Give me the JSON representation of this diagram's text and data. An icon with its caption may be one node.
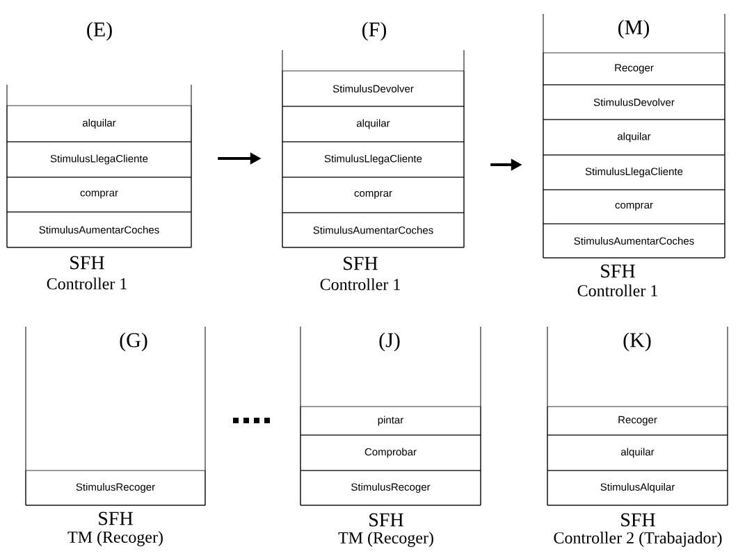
{
  "diagram": {
    "nodes": [
      {
        "text": [
          "(E)"
        ],
        "beside": [
          "SFH",
          "Controller 1"
        ]
      },
      {
        "text": [
          "alquilar"
        ],
        "in": 0
      },
      {
        "text": [
          "StimulusLlegaCliente"
        ],
        "in": 0
      },
      {
        "text": [
          "comprar"
        ],
        "in": 0
      },
      {
        "text": [
          "StimulusAumentarCoches"
        ],
        "in": 0
      },
      {
        "text": [
          "(F)"
        ],
        "beside": [
          "SFH",
          "Controller 1"
        ]
      },
      {
        "text": [
          "StimulusDevolver"
        ],
        "in": 5
      },
      {
        "text": [
          "alquilar"
        ],
        "in": 5
      },
      {
        "text": [
          "StimulusLlegaCliente"
        ],
        "in": 5
      },
      {
        "text": [
          "comprar"
        ],
        "in": 5
      },
      {
        "text": [
          "StimulusAumentarCoches"
        ],
        "in": 5
      },
      {
        "text": [
          "(M)"
        ],
        "beside": [
          "SFH",
          "Controller 1"
        ]
      },
      {
        "text": [
          "Recoger"
        ],
        "in": 11
      },
      {
        "text": [
          "StimulusDevolver"
        ],
        "in": 11
      },
      {
        "text": [
          "alquilar"
        ],
        "in": 11
      },
      {
        "text": [
          "StimulusLlegaCliente"
        ],
        "in": 11
      },
      {
        "text": [
          "comprar"
        ],
        "in": 11
      },
      {
        "text": [
          "StimulusAumentarCoches"
        ],
        "in": 11
      },
      {
        "text": [
          "(G)"
        ],
        "beside": [
          "SFH",
          "TM (Recoger)"
        ]
      },
      {
        "text": [
          "StimulusRecoger"
        ],
        "in": 18
      },
      {
        "text": [
          "(J)"
        ],
        "beside": [
          "SFH",
          "TM (Recoger)"
        ]
      },
      {
        "text": [
          "pintar"
        ],
        "in": 20
      },
      {
        "text": [
          "Comprobar"
        ],
        "in": 20
      },
      {
        "text": [
          "StimulusRecoger"
        ],
        "in": 20
      },
      {
        "text": [
          "(K)"
        ],
        "beside": [
          "SFH",
          "Controller 2 (Trabajador)"
        ]
      },
      {
        "text": [
          "Recoger"
        ],
        "in": 24
      },
      {
        "text": [
          "alquilar"
        ],
        "in": 24
      },
      {
        "text": [
          "StimulusAlquilar"
        ],
        "in": 24
      }
    ],
    "edges": [
      {
        "from": 0,
        "to": 5,
        "arrow": "to"
      },
      {
        "from": 5,
        "to": 11,
        "arrow": "to"
      }
    ]
  }
}
